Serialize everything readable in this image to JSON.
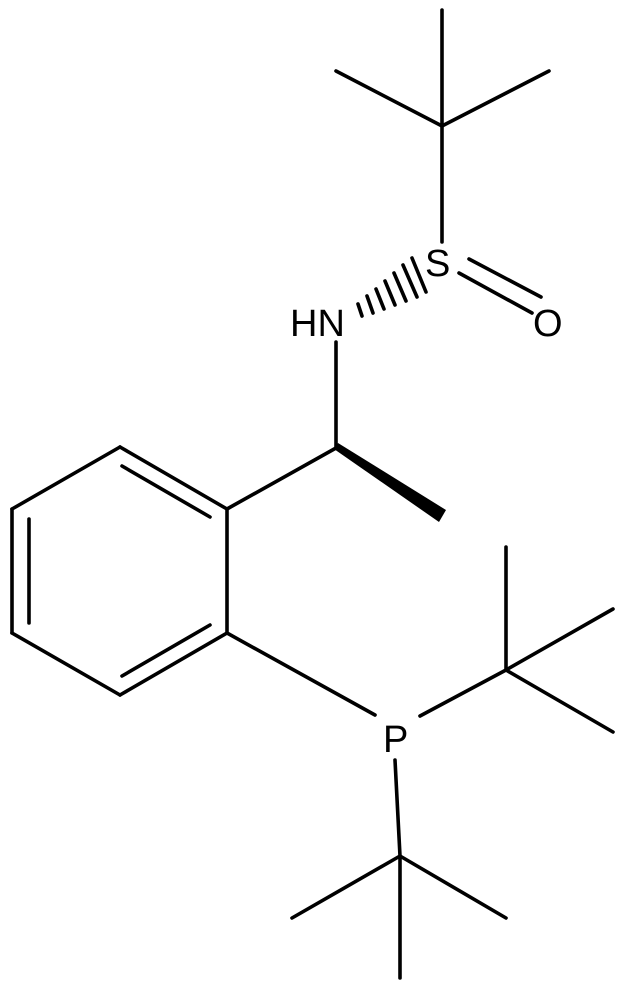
{
  "atoms": {
    "sulfur": "S",
    "oxygen": "O",
    "nitrogen": "HN",
    "phosphorus": "P"
  },
  "colors": {
    "bond": "#000000",
    "background": "#ffffff"
  }
}
